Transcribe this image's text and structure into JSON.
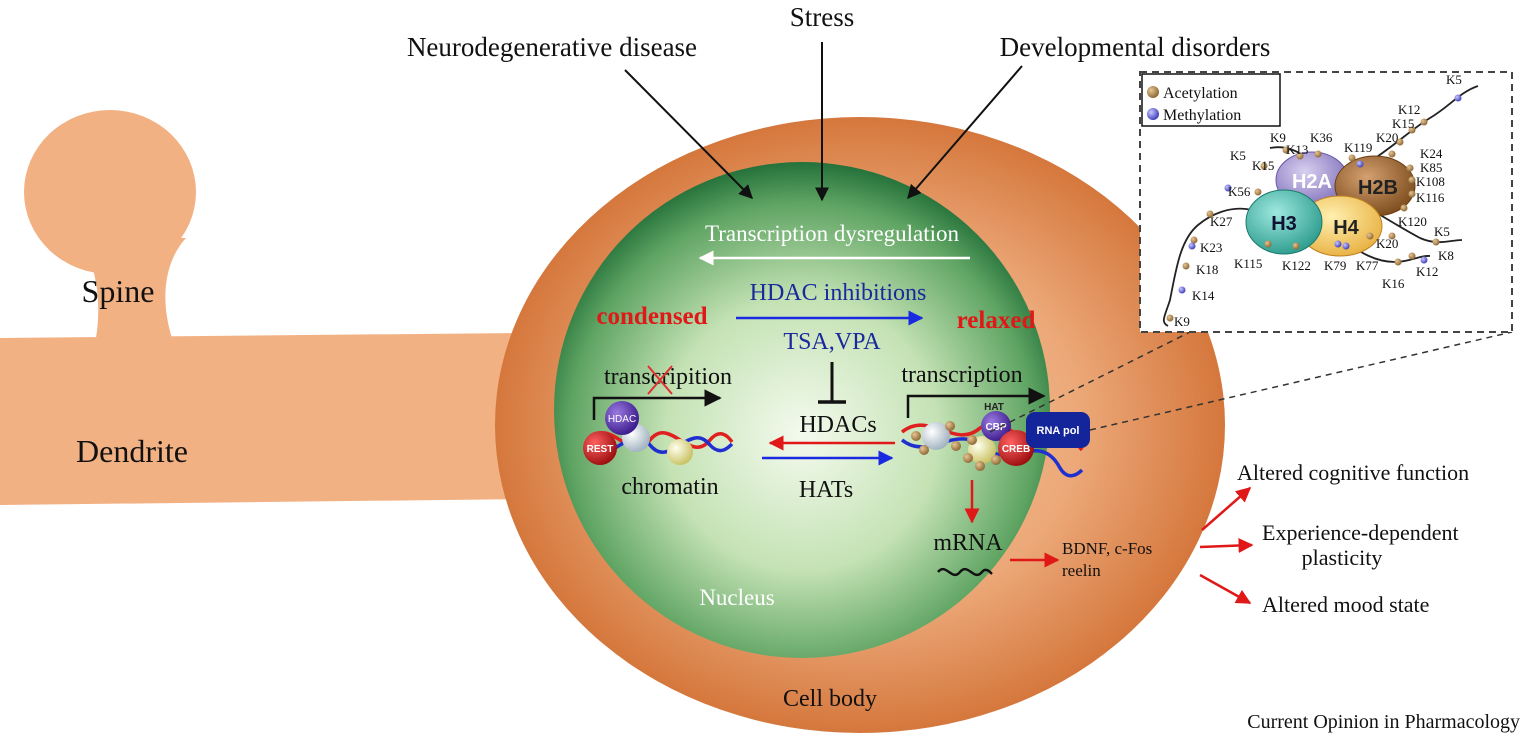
{
  "top_labels": {
    "stress": "Stress",
    "neurodegenerative": "Neurodegenerative disease",
    "developmental": "Developmental disorders"
  },
  "cell_labels": {
    "spine": "Spine",
    "dendrite": "Dendrite",
    "nucleus": "Nucleus",
    "cell_body": "Cell body"
  },
  "nucleus_text": {
    "dysregulation": "Transcription dysregulation",
    "hdac_inhibitions": "HDAC inhibitions",
    "condensed": "condensed",
    "relaxed": "relaxed",
    "tsa_vpa": "TSA,VPA",
    "transcription_left": "transcripition",
    "transcription_right": "transcription",
    "hdacs": "HDACs",
    "hats": "HATs",
    "chromatin": "chromatin",
    "mrna": "mRNA"
  },
  "proteins": {
    "hdac": "HDAC",
    "rest": "REST",
    "hat": "HAT",
    "cbp": "CBP",
    "creb": "CREB",
    "rna_pol": "RNA pol"
  },
  "genes": {
    "line1": "BDNF, c-Fos",
    "line2": "reelin"
  },
  "outcomes": {
    "cognitive": "Altered cognitive function",
    "plasticity_1": "Experience-dependent",
    "plasticity_2": "plasticity",
    "mood": "Altered mood state"
  },
  "inset": {
    "legend_acetylation": "Acetylation",
    "legend_methylation": "Methylation",
    "h2a": "H2A",
    "h2b": "H2B",
    "h3": "H3",
    "h4": "H4",
    "sites": {
      "s1": "K5",
      "s2": "K12",
      "s3": "K15",
      "s4": "K20",
      "s5": "K24",
      "s6": "K85",
      "s7": "K108",
      "s8": "K116",
      "s9": "K120",
      "s10": "K5",
      "s11": "K8",
      "s12": "K12",
      "s13": "K16",
      "s14": "K20",
      "s15": "K77",
      "s16": "K79",
      "s17": "K122",
      "s18": "K115",
      "s19": "K9",
      "s20": "K36",
      "s21": "K119",
      "s22": "K13",
      "s23": "K5",
      "s24": "K15",
      "s25": "K56",
      "s26": "K27",
      "s27": "K23",
      "s28": "K18",
      "s29": "K14",
      "s30": "K9"
    }
  },
  "source": "Current Opinion in Pharmacology",
  "colors": {
    "cell_inner": "#f0b68a",
    "cell_outer": "#d06a2c",
    "nucleus_center": "#f1f8e8",
    "nucleus_edge": "#2c7a3c",
    "red_text": "#e01818",
    "blue_text": "#1a2a9c",
    "acetyl": "#a57a3e",
    "methyl": "#6a6ae0"
  }
}
